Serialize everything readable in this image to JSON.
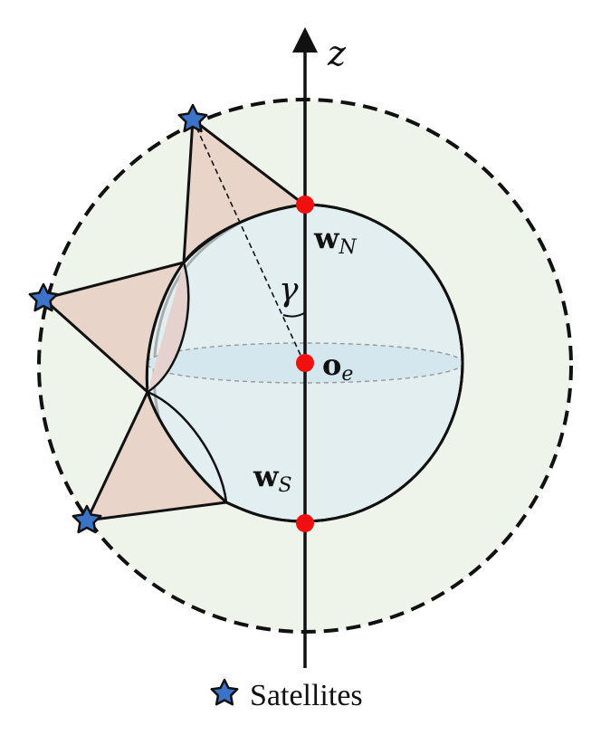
{
  "labels": {
    "axis": "z",
    "north_main": "w",
    "north_sub": "N",
    "south_main": "w",
    "south_sub": "S",
    "center_main": "o",
    "center_sub": "e",
    "angle": "γ"
  },
  "legend": {
    "text": "Satellites"
  },
  "colors": {
    "outer_fill": "#eef4ea",
    "sphere_fill": "#e2eef0",
    "equator_fill": "#d4e6ee",
    "cone_fill": "#e8d4c8",
    "point": "#f01010",
    "satellite": "#3a73c8",
    "line": "#111111"
  },
  "icons": {
    "satellite": "star-icon",
    "point": "red-dot"
  }
}
